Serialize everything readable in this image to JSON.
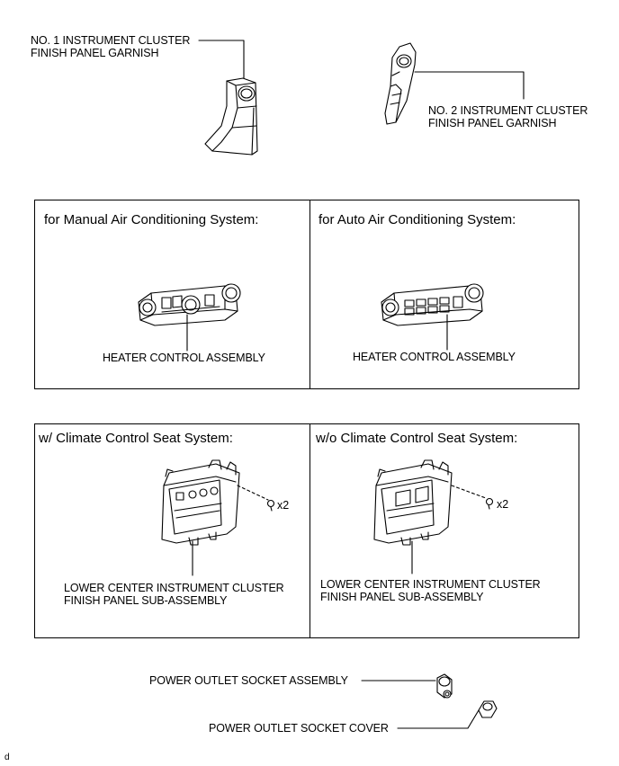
{
  "parts": {
    "garnish_1": {
      "line1": "NO. 1 INSTRUMENT CLUSTER",
      "line2": "FINISH PANEL GARNISH"
    },
    "garnish_2": {
      "line1": "NO. 2 INSTRUMENT CLUSTER",
      "line2": "FINISH PANEL GARNISH"
    },
    "power_outlet_socket": "POWER OUTLET SOCKET ASSEMBLY",
    "power_outlet_cover": "POWER OUTLET SOCKET COVER"
  },
  "heater_panels": {
    "manual": {
      "header": "for Manual Air Conditioning System:",
      "label": "HEATER CONTROL ASSEMBLY"
    },
    "auto": {
      "header": "for Auto Air Conditioning System:",
      "label": "HEATER CONTROL ASSEMBLY"
    }
  },
  "seat_panels": {
    "with": {
      "header": "w/ Climate Control Seat System:",
      "line1": "LOWER CENTER INSTRUMENT CLUSTER",
      "line2": "FINISH PANEL SUB-ASSEMBLY",
      "qty": "x2"
    },
    "without": {
      "header": "w/o Climate Control Seat System:",
      "line1": "LOWER CENTER INSTRUMENT CLUSTER",
      "line2": "FINISH PANEL SUB-ASSEMBLY",
      "qty": "x2"
    }
  },
  "footer_mark": "d"
}
